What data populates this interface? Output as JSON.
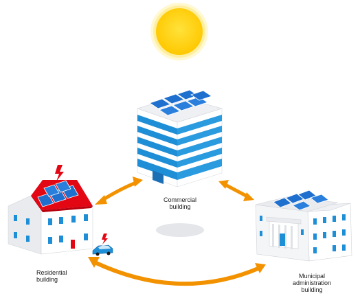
{
  "labels": {
    "commercial": [
      "Commercial",
      "building"
    ],
    "residential": [
      "Residential",
      "building"
    ],
    "municipal": [
      "Municipal",
      "administration",
      "building"
    ]
  },
  "colors": {
    "sun": "#ffd200",
    "sun_glow": "#fff4b8",
    "arrow": "#f39200",
    "facade_blue": "#1e8fd6",
    "panel_blue": "#1f6fce",
    "roof_red": "#e30613",
    "wall_grey": "#e9ebee",
    "shadow_grey": "#e2e4e8"
  },
  "icons": [
    "sun-icon",
    "lightning-icon",
    "solar-panel-icon",
    "electric-car-icon"
  ]
}
